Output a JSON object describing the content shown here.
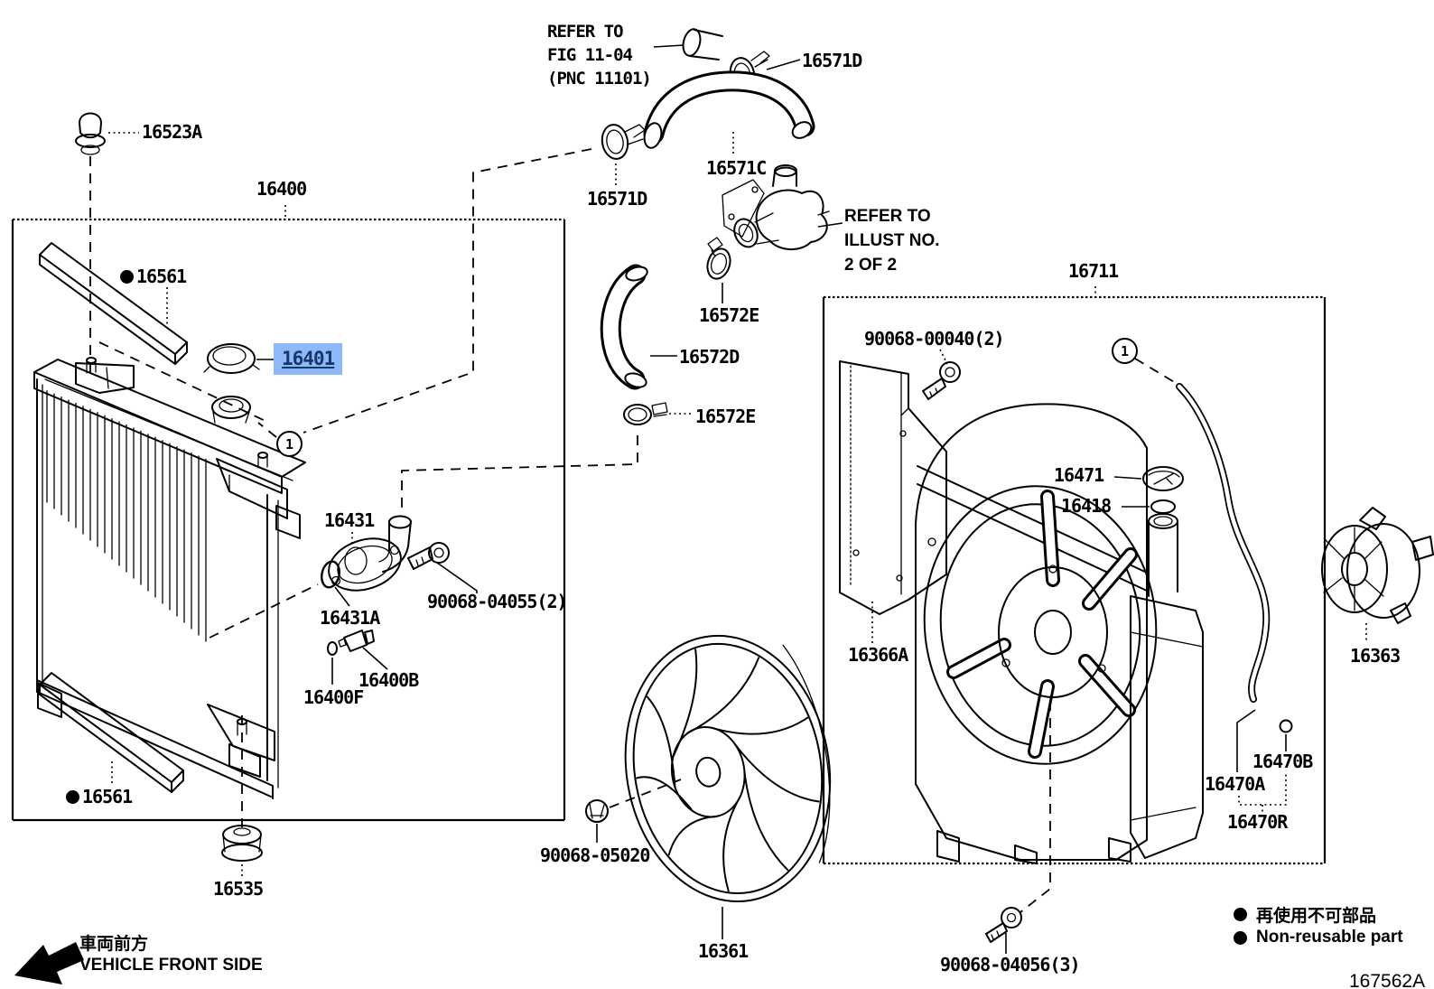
{
  "diagram": {
    "id": "167562A",
    "highlight": {
      "bg": "#8db9f9",
      "fg": "#17366b"
    }
  },
  "labels": {
    "p16523a": "16523A",
    "p16400": "16400",
    "p16561_top": "16561",
    "p16401": "16401",
    "p16431": "16431",
    "p90068_04055": "90068-04055(2)",
    "p16431a": "16431A",
    "p16400b": "16400B",
    "p16400f": "16400F",
    "p16561_bottom": "16561",
    "p16535": "16535",
    "p16571d_upper": "16571D",
    "p16571c": "16571C",
    "p16571d_lower": "16571D",
    "p16572e_upper": "16572E",
    "p16572d": "16572D",
    "p16572e_lower": "16572E",
    "p90068_05020": "90068-05020",
    "p16361": "16361",
    "p16711": "16711",
    "p90068_00040": "90068-00040(2)",
    "p16471": "16471",
    "p16418": "16418",
    "p16366a": "16366A",
    "p16470b": "16470B",
    "p16470a": "16470A",
    "p16470r": "16470R",
    "p16363": "16363",
    "p90068_04056": "90068-04056(3)"
  },
  "notes": {
    "refer_fig": {
      "line1": "REFER TO",
      "line2": "FIG 11-04",
      "line3": "(PNC 11101)"
    },
    "refer_illust": {
      "line1": "REFER TO",
      "line2": "ILLUST NO.",
      "line3": "2 OF 2"
    }
  },
  "callouts": {
    "one": "1"
  },
  "legend": {
    "jp": "再使用不可部品",
    "en": "Non-reusable part"
  },
  "front": {
    "jp": "車両前方",
    "en": "VEHICLE FRONT SIDE"
  }
}
